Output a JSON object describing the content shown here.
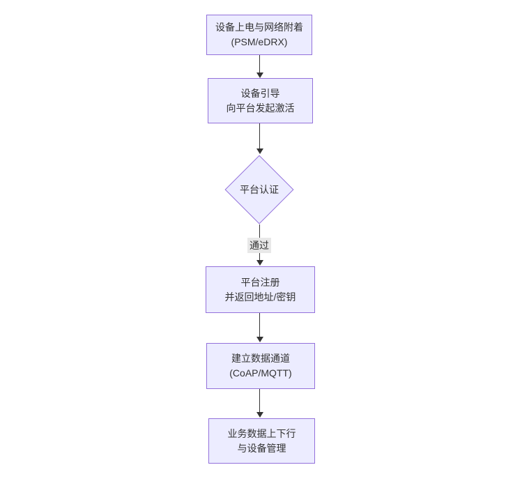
{
  "diagram": {
    "type": "flowchart",
    "direction": "top-down",
    "colors": {
      "node_fill": "#ECECFF",
      "node_border": "#9370DB",
      "arrow": "#333333",
      "edge_label_bg": "#e8e8e8",
      "text": "#333333",
      "background": "#ffffff"
    },
    "nodes": [
      {
        "shape": "rect",
        "lines": [
          "设备上电与网络附着",
          "(PSM/eDRX)"
        ]
      },
      {
        "shape": "rect",
        "lines": [
          "设备引导",
          "向平台发起激活"
        ]
      },
      {
        "shape": "diamond",
        "lines": [
          "平台认证"
        ]
      },
      {
        "shape": "rect",
        "lines": [
          "平台注册",
          "并返回地址/密钥"
        ]
      },
      {
        "shape": "rect",
        "lines": [
          "建立数据通道",
          "(CoAP/MQTT)"
        ]
      },
      {
        "shape": "rect",
        "lines": [
          "业务数据上下行",
          "与设备管理"
        ]
      }
    ],
    "edges": [
      {
        "from": 0,
        "to": 1,
        "label": ""
      },
      {
        "from": 1,
        "to": 2,
        "label": ""
      },
      {
        "from": 2,
        "to": 3,
        "label": "通过"
      },
      {
        "from": 3,
        "to": 4,
        "label": ""
      },
      {
        "from": 4,
        "to": 5,
        "label": ""
      }
    ]
  }
}
